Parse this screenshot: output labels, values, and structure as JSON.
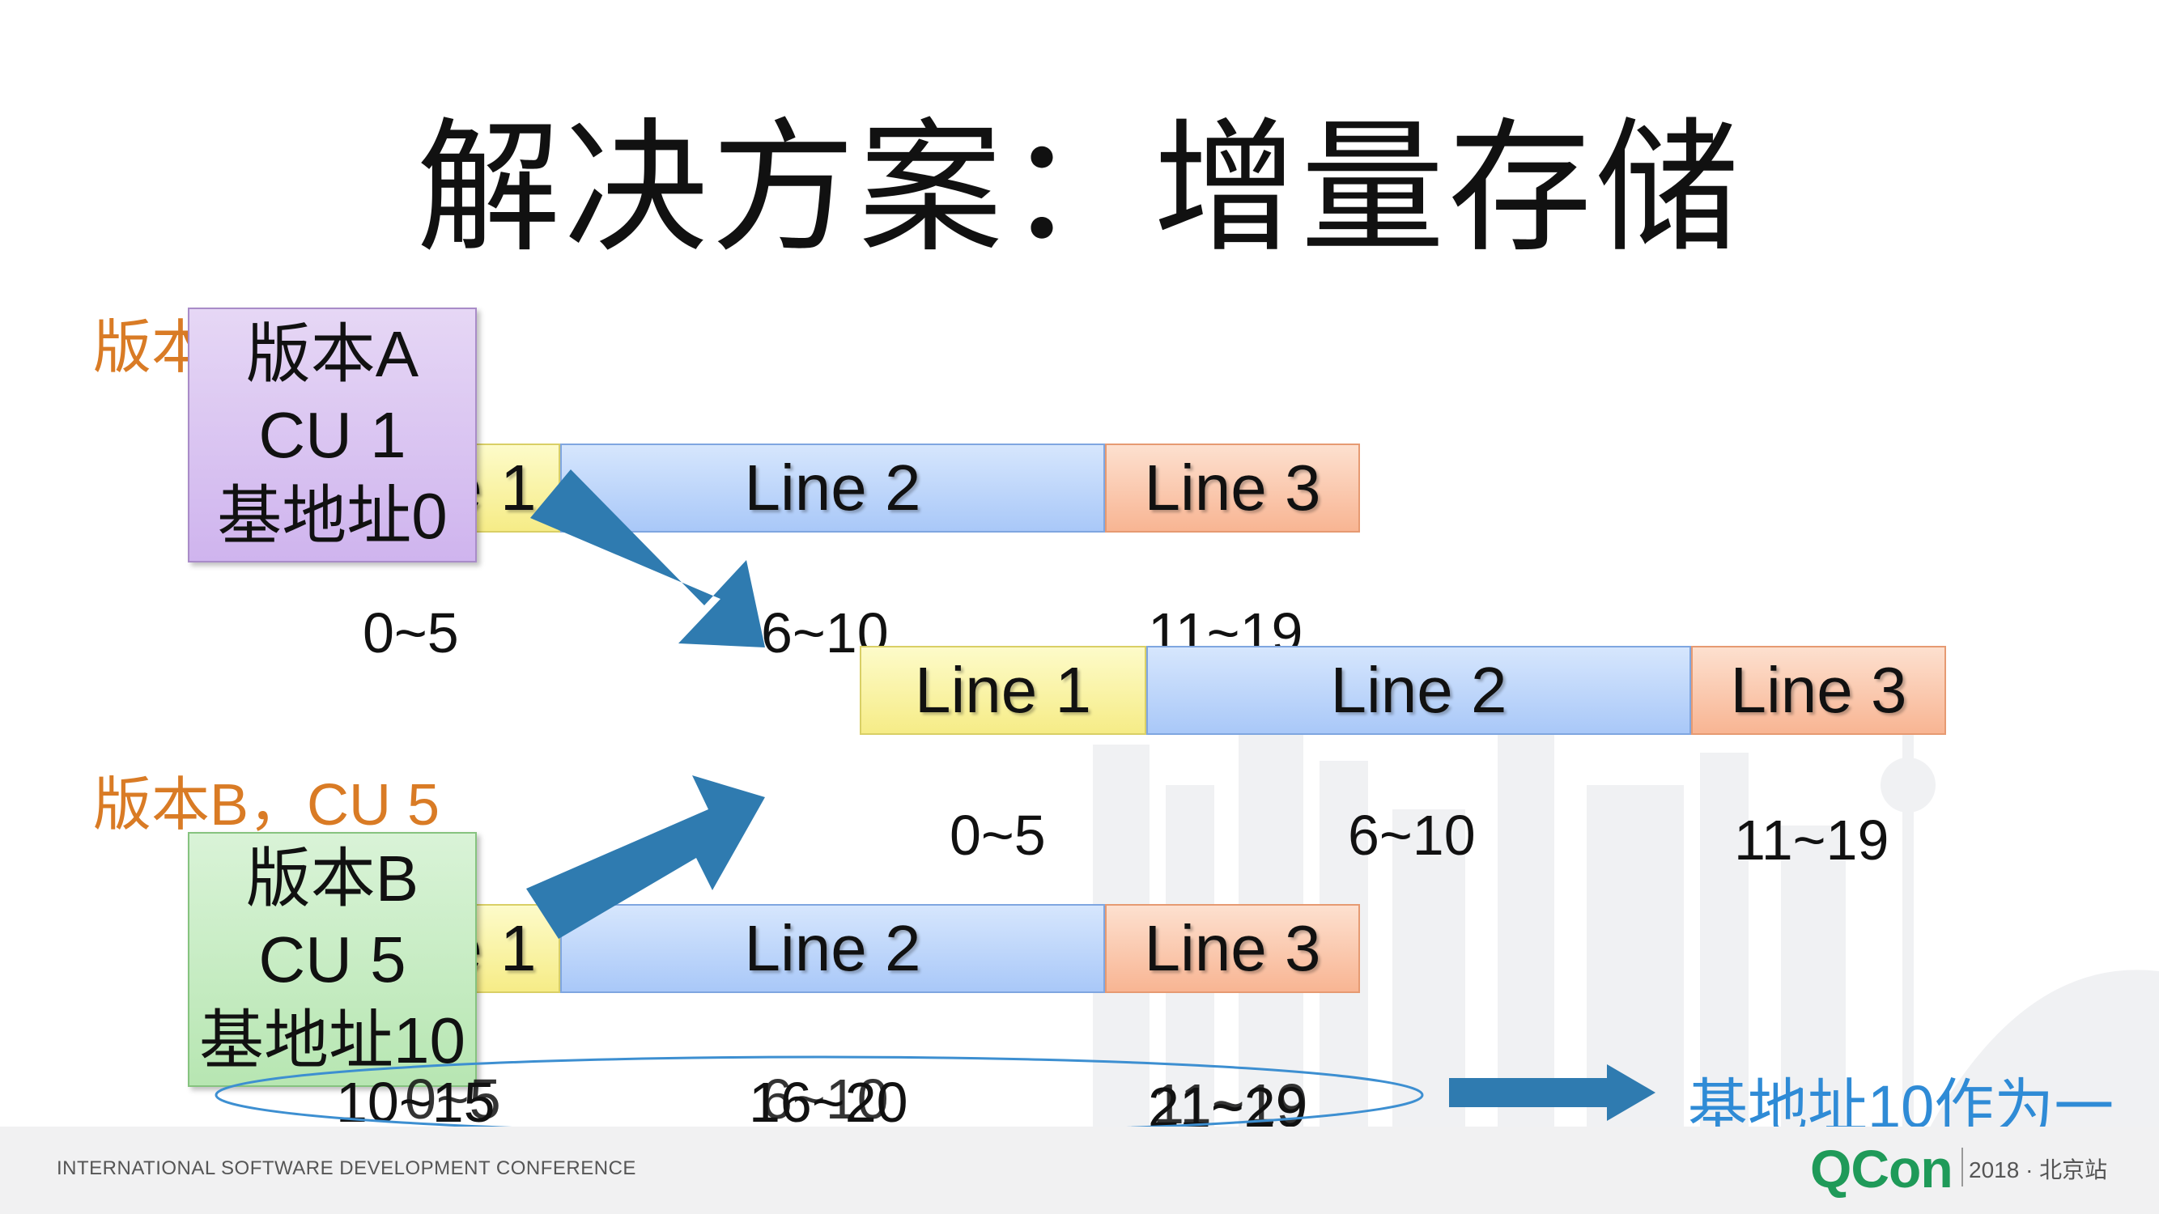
{
  "title": "解决方案：增量存储",
  "version_a": {
    "label": "版本A，CU 1",
    "card": [
      "版本A",
      "CU 1",
      "基地址0"
    ],
    "lines": [
      "Line 1",
      "Line 2",
      "Line 3"
    ],
    "ranges": [
      "0~5",
      "6~10",
      "11~19"
    ]
  },
  "version_b": {
    "label": "版本B，CU 5",
    "card": [
      "版本B",
      "CU 5",
      "基地址10"
    ],
    "lines": [
      "Line 1",
      "Line 2",
      "Line 3"
    ],
    "ranges": [
      "10~15",
      "16~20",
      "21~29"
    ],
    "overlay_ranges": [
      "0~5",
      "6~10",
      "11~19"
    ]
  },
  "shared": {
    "lines": [
      "Line 1",
      "Line 2",
      "Line 3"
    ],
    "ranges": [
      "0~5",
      "6~10",
      "11~19"
    ]
  },
  "caption": "基地址10作为一",
  "footer": {
    "conference": "INTERNATIONAL SOFTWARE DEVELOPMENT CONFERENCE",
    "brand": "QCon",
    "event": "2018 · 北京站"
  },
  "colors": {
    "version_label": "#d97b25",
    "arrow": "#2f7bb0",
    "caption": "#2f8bd6",
    "brand": "#1f9a59"
  }
}
